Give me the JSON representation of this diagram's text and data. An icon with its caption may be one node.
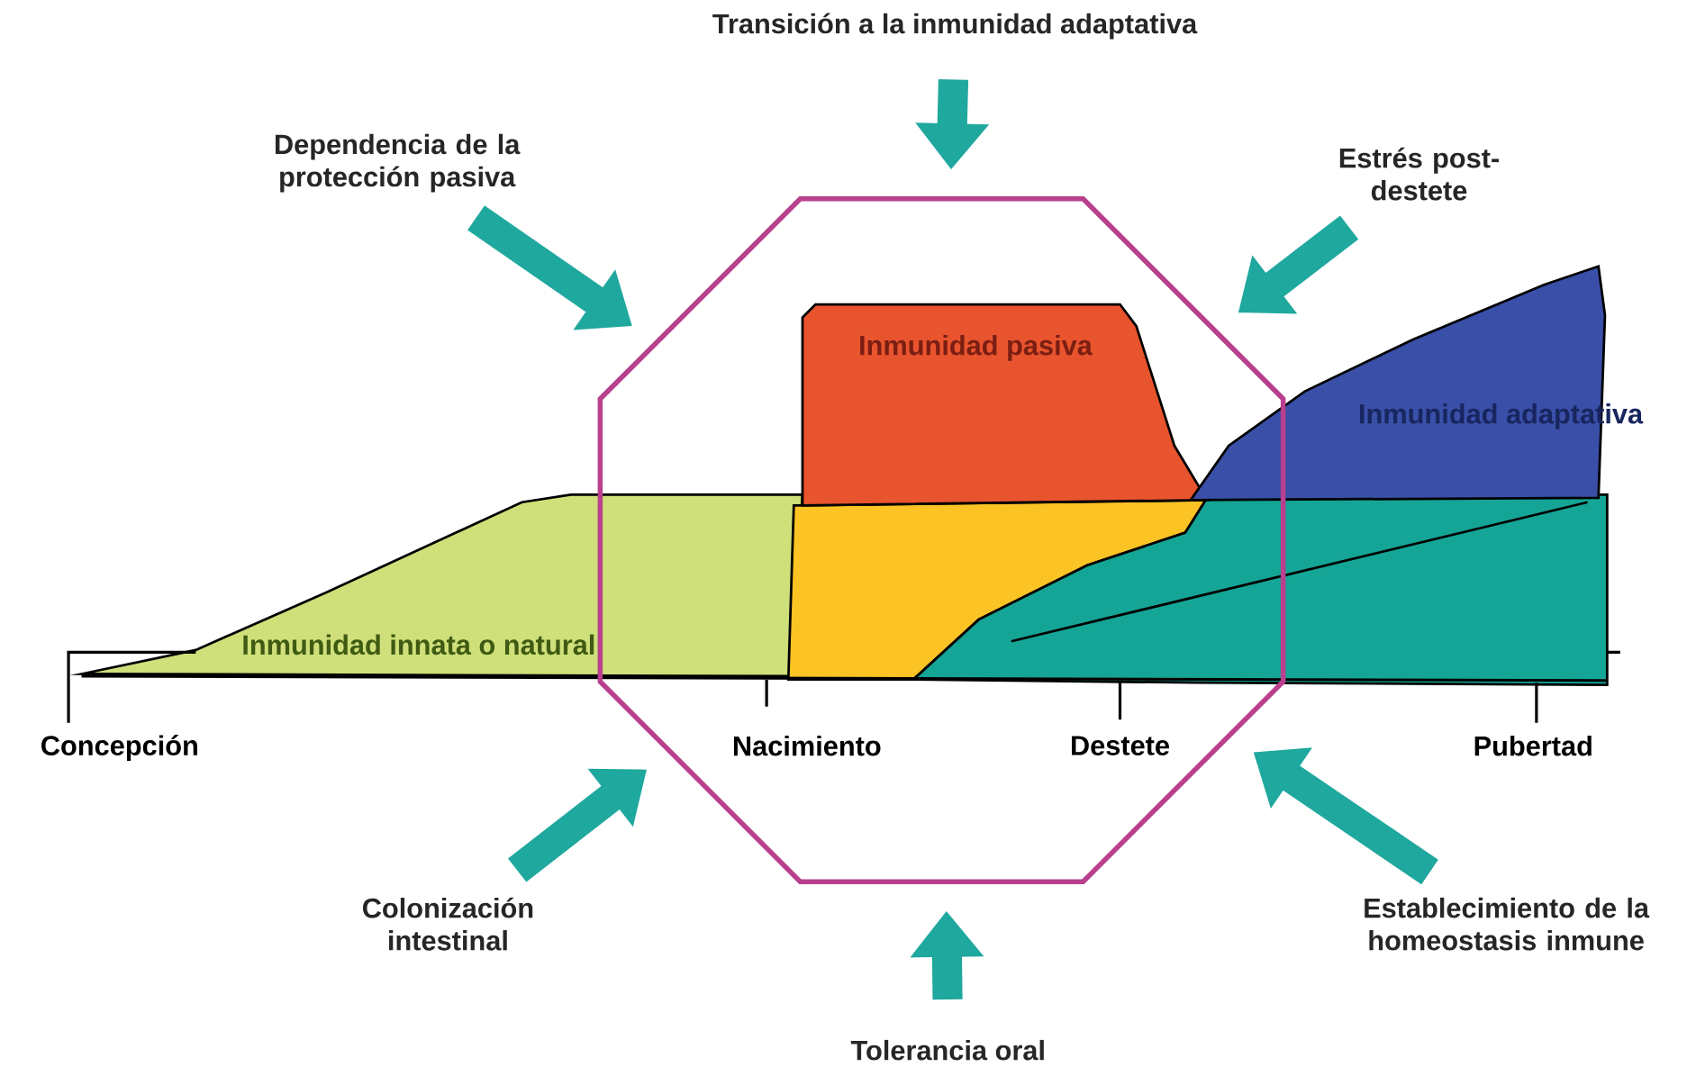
{
  "diagram": {
    "nodes": [
      {
        "text": [],
        "shape": "octagon"
      },
      {
        "text": [
          "Transición a la inmunidad adaptativa"
        ]
      },
      {
        "text": [
          "Dependencia de la protección pasiva"
        ]
      },
      {
        "text": [
          "Estrés post-destete"
        ]
      },
      {
        "text": [
          "Colonización intestinal"
        ]
      },
      {
        "text": [
          "Tolerancia oral"
        ]
      },
      {
        "text": [
          "Establecimiento de la homeostasis inmune"
        ]
      },
      {
        "text": [
          "Inmunidad pasiva"
        ],
        "in": 0
      },
      {
        "text": [
          "Inmunidad adaptativa"
        ]
      },
      {
        "text": [
          "Inmunidad innata o natural"
        ]
      }
    ],
    "edges": [
      {
        "from": 1,
        "to": 0,
        "arrow": "to"
      },
      {
        "from": 2,
        "to": 0,
        "arrow": "to"
      },
      {
        "from": 3,
        "to": 0,
        "arrow": "to"
      },
      {
        "from": 4,
        "to": 0,
        "arrow": "to"
      },
      {
        "from": 5,
        "to": 0,
        "arrow": "to"
      },
      {
        "from": 6,
        "to": 0,
        "arrow": "to"
      }
    ],
    "labels": [
      "Concepción",
      "Nacimiento",
      "Destete",
      "Pubertad"
    ]
  }
}
